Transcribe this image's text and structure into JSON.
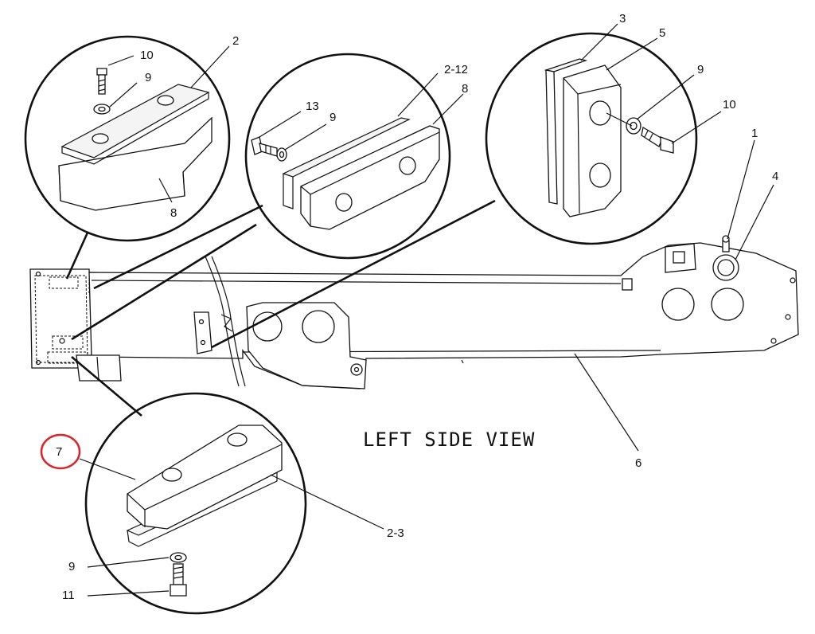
{
  "diagram": {
    "title": "LEFT SIDE VIEW",
    "highlight_color": "#d9262a",
    "line_color": "#111111",
    "callouts": {
      "c1": "1",
      "c2": "2",
      "c3": "3",
      "c4": "4",
      "c5": "5",
      "c6": "6",
      "c7": "7",
      "c8a": "8",
      "c8b": "8",
      "c9a": "9",
      "c9b": "9",
      "c9c": "9",
      "c9d": "9",
      "c10a": "10",
      "c10b": "10",
      "c11": "11",
      "c13": "13",
      "c2_12": "2-12",
      "c2_3": "2-3"
    }
  }
}
